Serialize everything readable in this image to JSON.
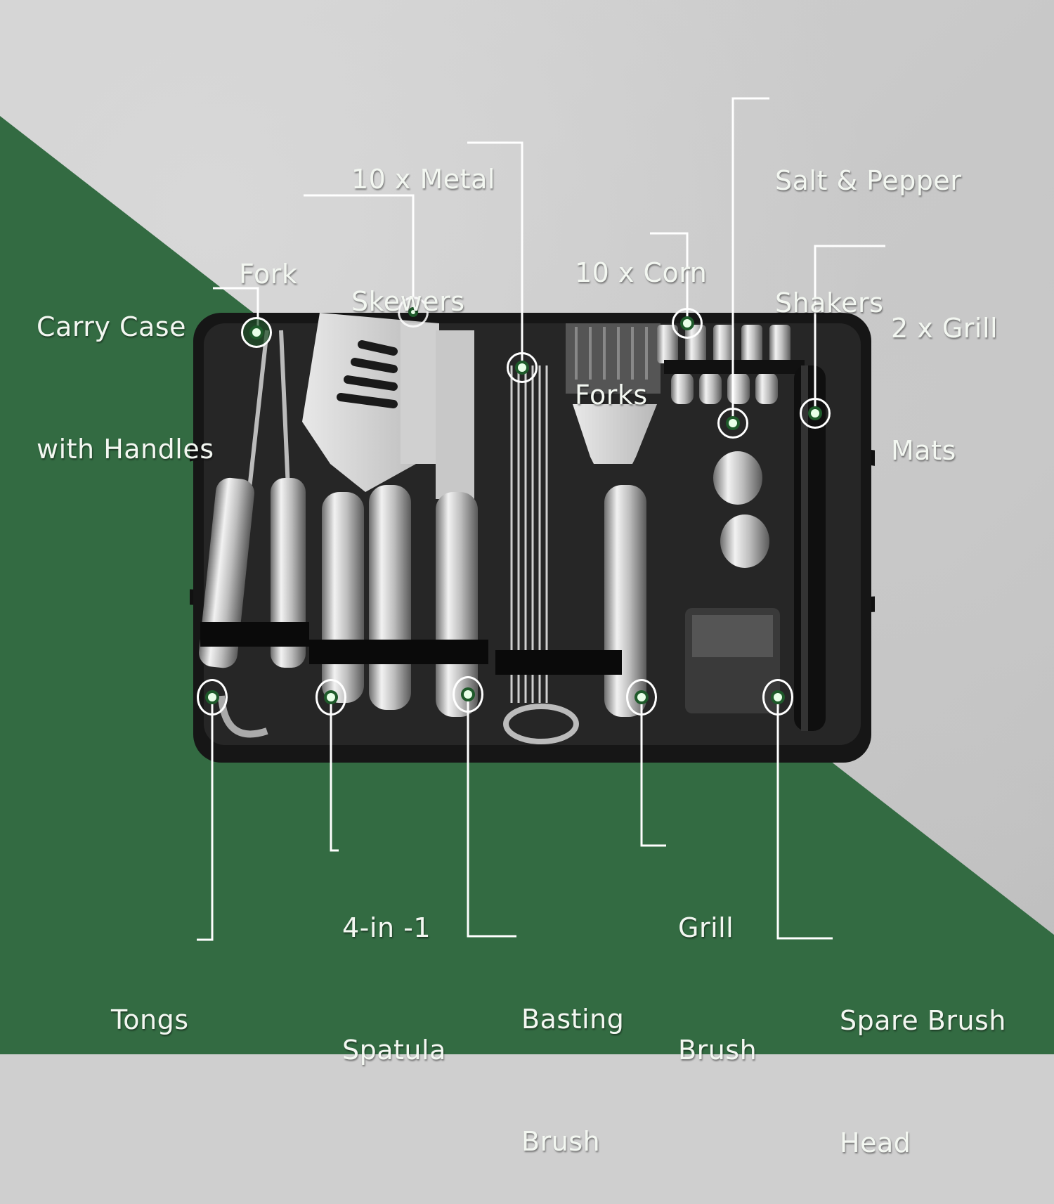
{
  "theme": {
    "green": "#336b42",
    "concrete": "#c8c8c8",
    "case_black": "#1a1a1a",
    "steel": "#c9c9c9",
    "label_text": "#f3f7f1",
    "marker_dot": "#e8ffe8",
    "marker_ring": "#ffffff"
  },
  "callouts": [
    {
      "id": "carry-case",
      "lines": [
        "Carry Case",
        "with Handles"
      ],
      "marker": "carry-case-marker"
    },
    {
      "id": "fork",
      "lines": [
        "Fork"
      ],
      "marker": "fork-marker"
    },
    {
      "id": "metal-skewers",
      "lines": [
        "10 x Metal",
        "Skewers"
      ],
      "marker": "skewers-marker"
    },
    {
      "id": "corn-forks",
      "lines": [
        "10 x Corn",
        "Forks"
      ],
      "marker": "corn-forks-marker"
    },
    {
      "id": "salt-pepper",
      "lines": [
        "Salt & Pepper",
        "Shakers"
      ],
      "marker": "shakers-marker"
    },
    {
      "id": "grill-mats",
      "lines": [
        "2 x Grill",
        "Mats"
      ],
      "marker": "grill-mats-marker"
    },
    {
      "id": "tongs",
      "lines": [
        "Tongs"
      ],
      "marker": "tongs-marker"
    },
    {
      "id": "spatula",
      "lines": [
        "4-in -1",
        "Spatula"
      ],
      "marker": "spatula-marker"
    },
    {
      "id": "basting-brush",
      "lines": [
        "Basting",
        "Brush"
      ],
      "marker": "basting-brush-marker"
    },
    {
      "id": "grill-brush",
      "lines": [
        "Grill",
        "Brush"
      ],
      "marker": "grill-brush-marker"
    },
    {
      "id": "spare-brush-head",
      "lines": [
        "Spare Brush",
        "Head"
      ],
      "marker": "spare-brush-head-marker"
    }
  ]
}
